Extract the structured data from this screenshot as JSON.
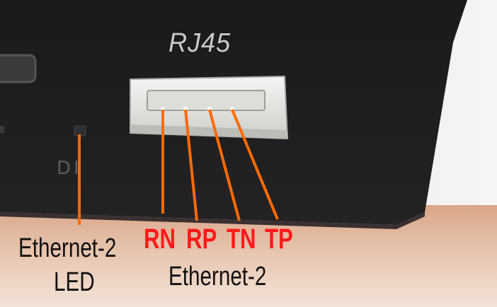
{
  "header_label": "RJ45",
  "pins": [
    {
      "label": "RN",
      "color": "#ff1a1a"
    },
    {
      "label": "RP",
      "color": "#ff1a1a"
    },
    {
      "label": "TN",
      "color": "#ff1a1a"
    },
    {
      "label": "TP",
      "color": "#ff1a1a"
    }
  ],
  "group_label": "Ethernet-2",
  "led_label_line1": "Ethernet-2",
  "led_label_line2": "LED",
  "colors": {
    "device_body": "#1e1d1f",
    "background": "#f2f2f2",
    "leader_line": "#ff6a00",
    "pin_label": "#ff1a1a",
    "annotation_text": "#111111"
  }
}
